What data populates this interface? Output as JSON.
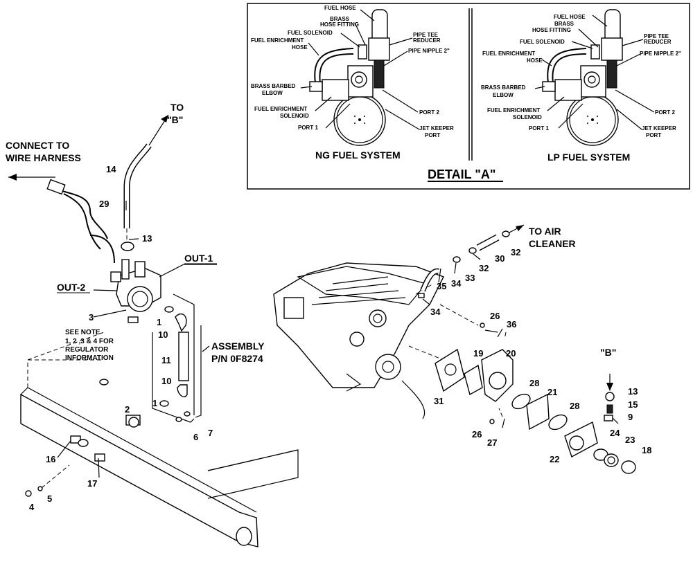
{
  "detail": {
    "title": "DETAIL \"A\"",
    "ng_title": "NG FUEL SYSTEM",
    "lp_title": "LP FUEL SYSTEM",
    "callouts": {
      "fuel_hose": "FUEL HOSE",
      "brass": "BRASS",
      "hose_fitting": "HOSE FITTING",
      "fuel_solenoid": "FUEL SOLENOID",
      "fuel_enrichment": "FUEL ENRICHMENT",
      "hose": "HOSE",
      "pipe_tee": "PIPE TEE",
      "reducer": "REDUCER",
      "pipe_nipple": "PIPE NIPPLE 2\"",
      "brass_barbed": "BRASS BARBED",
      "elbow": "ELBOW",
      "fuel_enrichment2": "FUEL ENRICHMENT",
      "solenoid": "SOLENOID",
      "port1": "PORT 1",
      "port2": "PORT 2",
      "jet_keeper": "JET KEEPER",
      "port": "PORT"
    }
  },
  "labels": {
    "connect1": "CONNECT TO",
    "connect2": "WIRE HARNESS",
    "to": "TO",
    "b_ref": "\"B\"",
    "out1": "OUT-1",
    "out2": "OUT-2",
    "note1": "SEE NOTE",
    "note2": "1, 2 ,3 & 4 FOR",
    "note3": "REGULATOR",
    "note4": "INFORMATION",
    "assembly1": "ASSEMBLY",
    "assembly2": "P/N 0F8274",
    "to_air": "TO AIR",
    "cleaner": "CLEANER",
    "b_ref2": "\"B\""
  },
  "parts": {
    "p1a": "1",
    "p1b": "1",
    "p2": "2",
    "p3": "3",
    "p4": "4",
    "p5": "5",
    "p6": "6",
    "p7": "7",
    "p9": "9",
    "p10a": "10",
    "p10b": "10",
    "p11": "11",
    "p13a": "13",
    "p13b": "13",
    "p14": "14",
    "p15": "15",
    "p16": "16",
    "p17": "17",
    "p18": "18",
    "p19": "19",
    "p20": "20",
    "p21": "21",
    "p22": "22",
    "p23": "23",
    "p24": "24",
    "p26a": "26",
    "p26b": "26",
    "p27": "27",
    "p28a": "28",
    "p28b": "28",
    "p29": "29",
    "p30": "30",
    "p31": "31",
    "p32a": "32",
    "p32b": "32",
    "p33": "33",
    "p34a": "34",
    "p34b": "34",
    "p35": "35",
    "p36": "36"
  }
}
